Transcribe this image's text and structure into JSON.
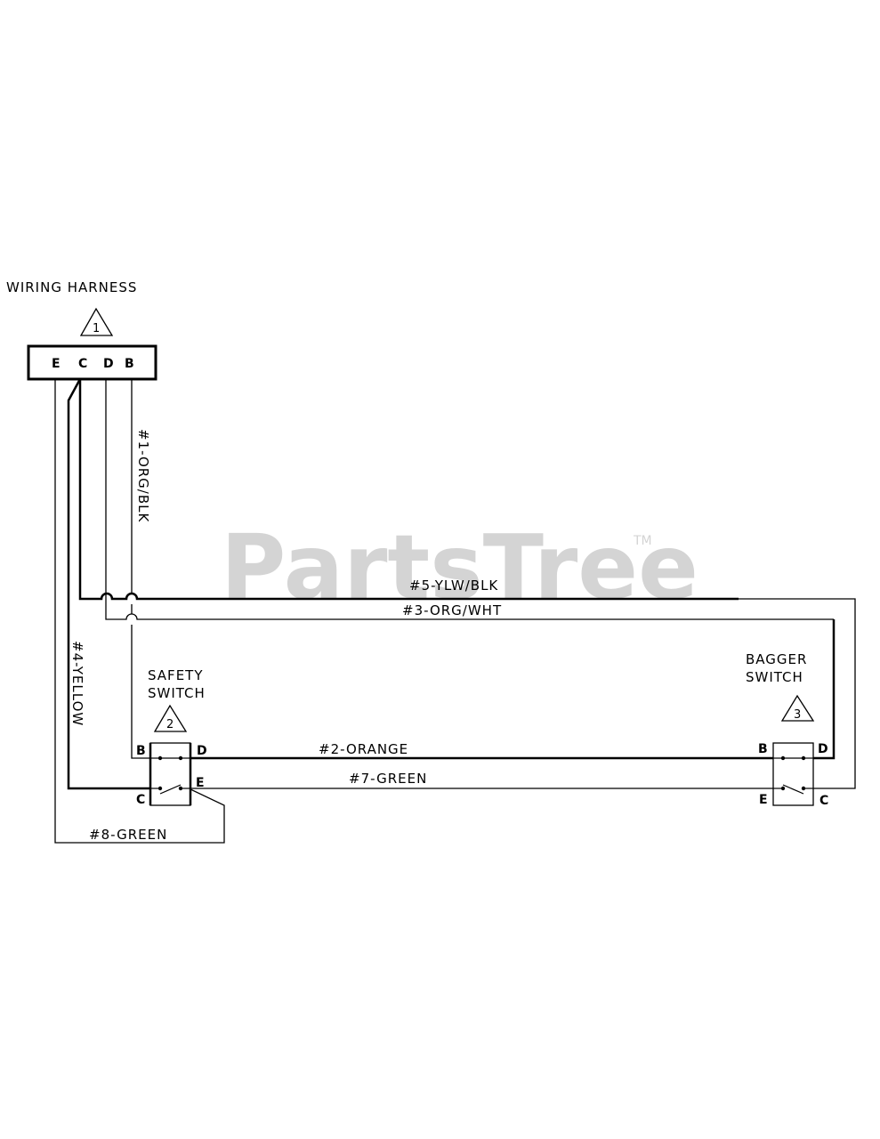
{
  "harness": {
    "title": "WIRING HARNESS",
    "callout": "1",
    "pins": [
      "E",
      "C",
      "D",
      "B"
    ]
  },
  "safety_switch": {
    "title_line1": "SAFETY",
    "title_line2": "SWITCH",
    "callout": "2",
    "pins": {
      "top_left": "B",
      "top_right": "D",
      "bottom_left": "C",
      "bottom_right": "E"
    }
  },
  "bagger_switch": {
    "title_line1": "BAGGER",
    "title_line2": "SWITCH",
    "callout": "3",
    "pins": {
      "top_left": "B",
      "top_right": "D",
      "bottom_left": "E",
      "bottom_right": "C"
    }
  },
  "wires": {
    "w1": "#1-ORG/BLK",
    "w2": "#2-ORANGE",
    "w3": "#3-ORG/WHT",
    "w4": "#4-YELLOW",
    "w5": "#5-YLW/BLK",
    "w7": "#7-GREEN",
    "w8": "#8-GREEN"
  },
  "watermark": {
    "text": "PartsTree",
    "trademark": "TM",
    "color": "#d4d4d4"
  }
}
